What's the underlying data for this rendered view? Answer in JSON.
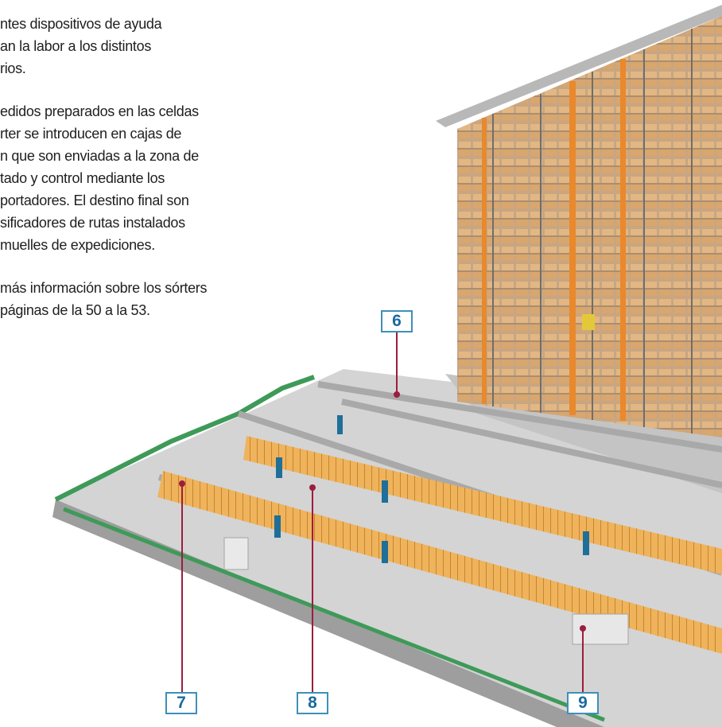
{
  "paragraphs": [
    {
      "lines": [
        "ntes dispositivos de ayuda",
        "an la labor a los distintos",
        "rios."
      ]
    },
    {
      "lines": [
        "edidos preparados en las celdas",
        "rter se introducen en cajas de",
        "n que son enviadas a la zona de",
        "tado y control mediante los",
        "portadores. El destino final son",
        "sificadores de rutas instalados",
        "muelles de expediciones."
      ]
    },
    {
      "lines": [
        "más información sobre los sórters",
        "páginas de la 50 a la 53."
      ]
    }
  ],
  "callouts": {
    "c6": "6",
    "c7": "7",
    "c8": "8",
    "c9": "9"
  },
  "colors": {
    "callout_border": "#3f8fb8",
    "callout_text": "#1b6aa0",
    "leader_line": "#9c1d3e",
    "rack_orange": "#e8892d",
    "box_tan": "#e2b783",
    "conveyor_green": "#3e9a58",
    "floor_grey": "#cfcfcf"
  }
}
